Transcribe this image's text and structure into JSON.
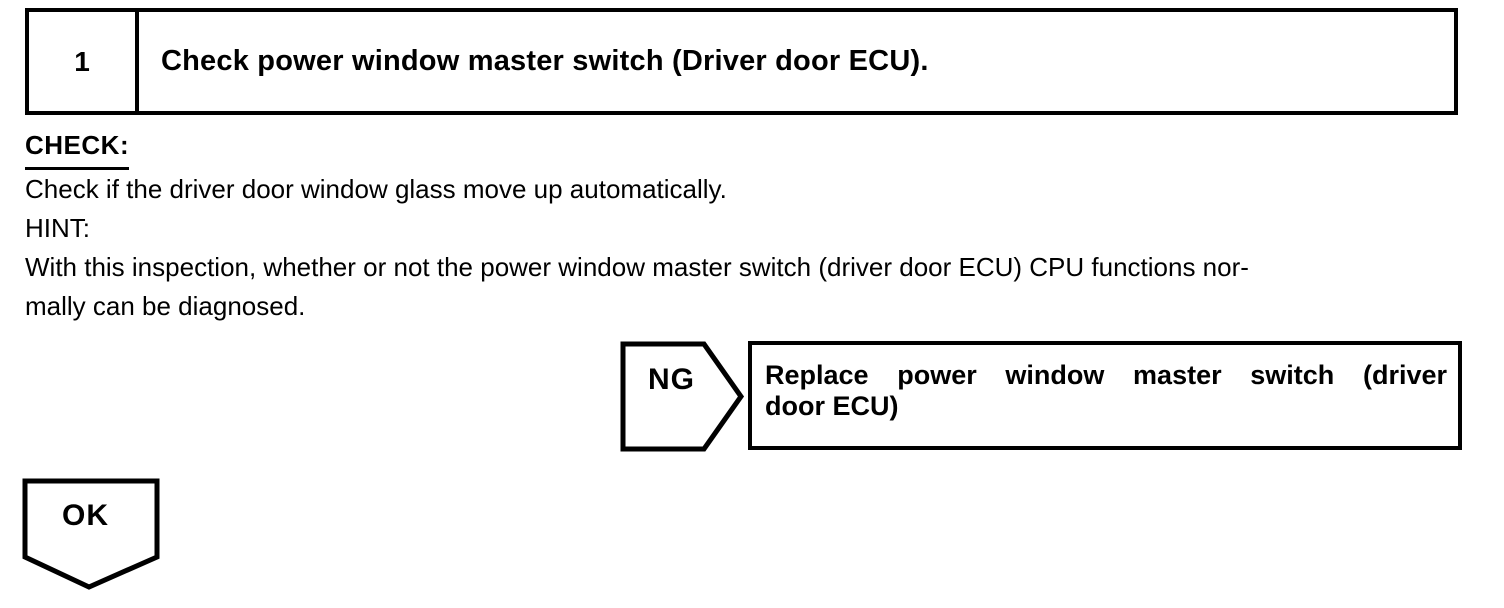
{
  "page": {
    "paper_color": "#ffffff",
    "ink_color": "#000000"
  },
  "step": {
    "number": "1",
    "title": "Check power window master switch (Driver door ECU)."
  },
  "check_section": {
    "check_label": "CHECK:",
    "check_instruction": "Check if the driver door window glass move up automatically.",
    "hint_label": "HINT:",
    "hint_lines": [
      "With this inspection, whether or not the power window master switch (driver door ECU) CPU functions nor-",
      "mally can be diagnosed."
    ]
  },
  "flow": {
    "ng": {
      "label": "NG",
      "action_lines": [
        "Replace power window master switch (driver",
        "door ECU)"
      ]
    },
    "ok": {
      "label": "OK"
    }
  }
}
